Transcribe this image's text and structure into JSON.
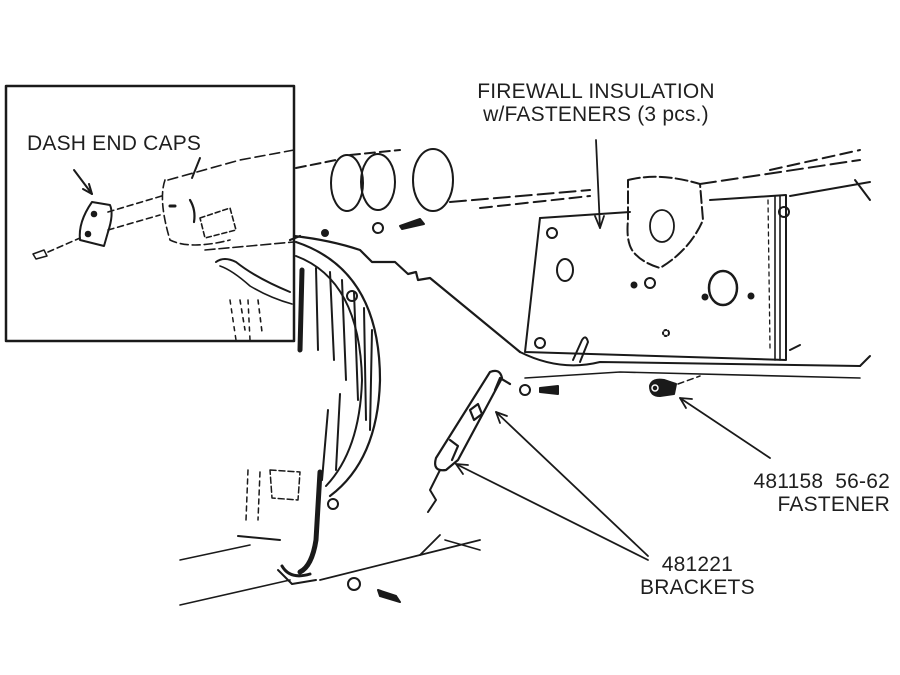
{
  "diagram": {
    "title": "Firewall insulation and dash end caps parts diagram",
    "callouts": {
      "firewall_insulation": {
        "line1": "FIREWALL INSULATION",
        "line2": "w/FASTENERS (3 pcs.)"
      },
      "dash_end_caps": {
        "line1": "DASH END CAPS"
      },
      "fastener": {
        "line1": "481158  56-62",
        "line2": "FASTENER"
      },
      "brackets": {
        "line1": "481221",
        "line2": "BRACKETS"
      }
    },
    "colors": {
      "ink": "#1a1a1a",
      "background": "#ffffff"
    }
  }
}
